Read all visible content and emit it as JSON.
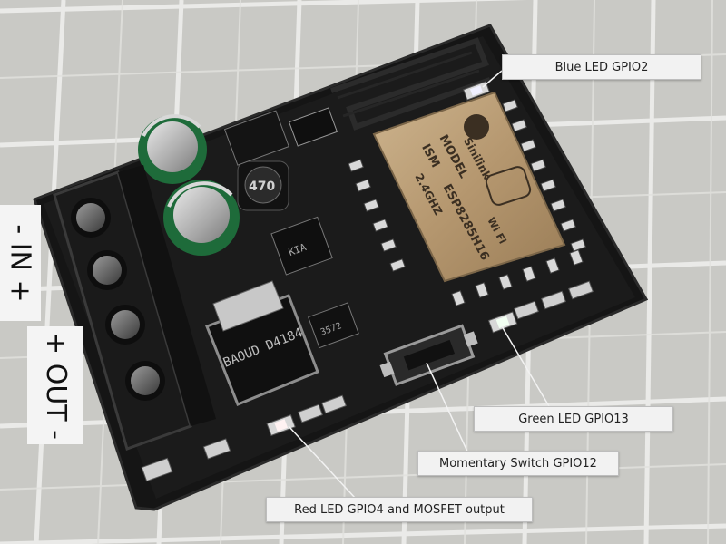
{
  "board": {
    "terminal_labels": {
      "in": "- IN +",
      "out": "+ OUT -"
    },
    "module_text": {
      "brand": "Sinilink",
      "model": "MODEL",
      "ism": "ISM",
      "chip": "ESP8285H16",
      "freq": "2.4GHZ",
      "wifi": "Wi Fi"
    },
    "inductor_text": "470",
    "regulator_text": "BAOUD D4184",
    "ic_text": "KIA",
    "part_text": "3572"
  },
  "callouts": {
    "blue_led": "Blue LED GPIO2",
    "green_led": "Green LED GPIO13",
    "switch": "Momentary Switch GPIO12",
    "red_led": "Red LED GPIO4 and MOSFET output"
  },
  "colors": {
    "pcb": "#141414",
    "module_shield": "#b89b74",
    "background_grid": "#c8c8c4",
    "grid_lines": "#efefef",
    "label_bg": "#f2f2f2"
  }
}
